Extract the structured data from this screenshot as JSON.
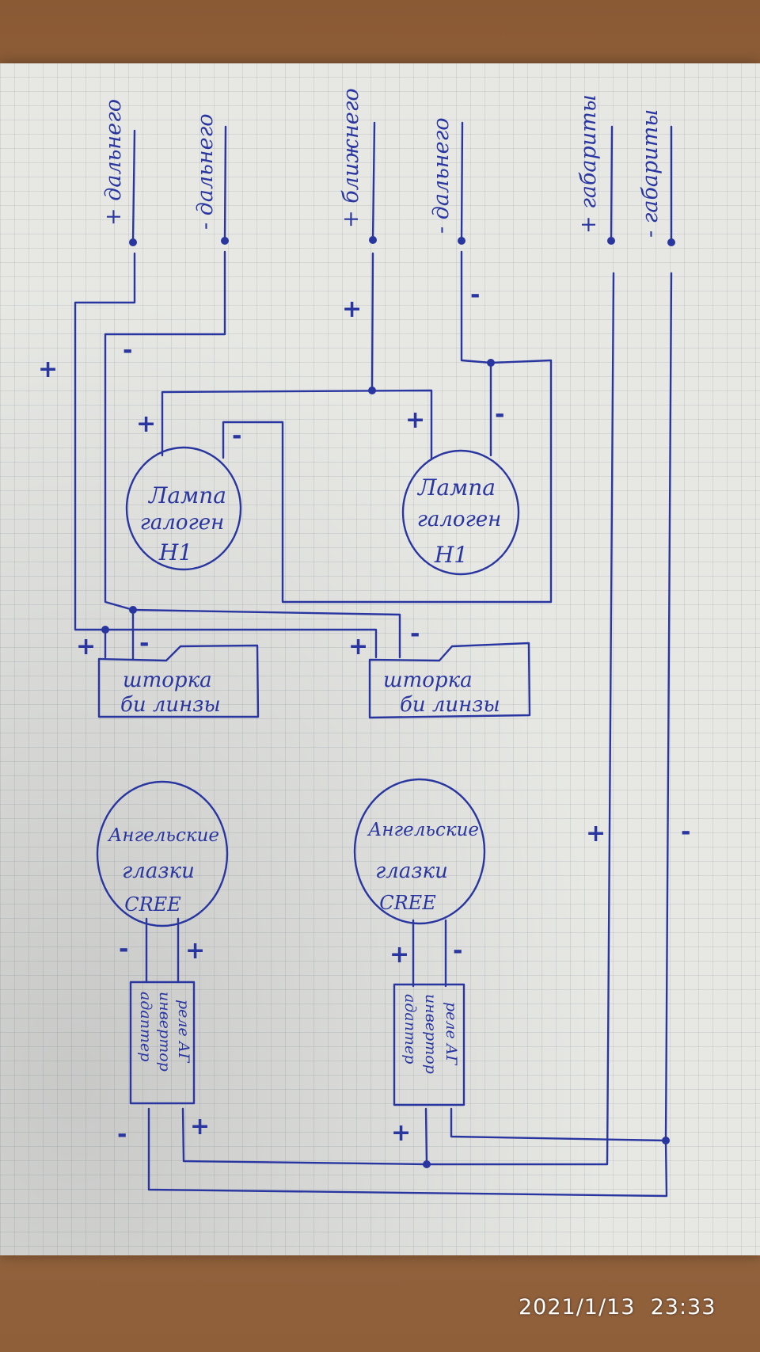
{
  "terminals": {
    "high_plus": "+ дальнего",
    "high_minus": "- дальнего",
    "low_plus": "+ ближнего",
    "low_minus": "- дальнего",
    "side_plus": "+ габариты",
    "side_minus": "- габариты"
  },
  "signs": {
    "plus": "+",
    "minus": "-"
  },
  "lamp_left": {
    "line1": "Лампа",
    "line2": "галоген",
    "line3": "Н1"
  },
  "lamp_right": {
    "line1": "Лампа",
    "line2": "галоген",
    "line3": "Н1"
  },
  "shutter_left": {
    "line1": "шторка",
    "line2": "би линзы"
  },
  "shutter_right": {
    "line1": "шторка",
    "line2": "би линзы"
  },
  "eyes_left": {
    "line1": "Ангельские",
    "line2": "глазки",
    "line3": "CREE"
  },
  "eyes_right": {
    "line1": "Ангельские",
    "line2": "глазки",
    "line3": "CREE"
  },
  "adapter_left": {
    "line1": "адаптер",
    "line2": "инвертор",
    "line3": "реле АГ"
  },
  "adapter_right": {
    "line1": "адаптер",
    "line2": "инвертор",
    "line3": "реле АГ"
  },
  "photo_timestamp": "2021/1/13  23:33",
  "colors": {
    "ink": "#2a36a0",
    "paper": "#e7e8e4",
    "table": "#9a6a44"
  }
}
